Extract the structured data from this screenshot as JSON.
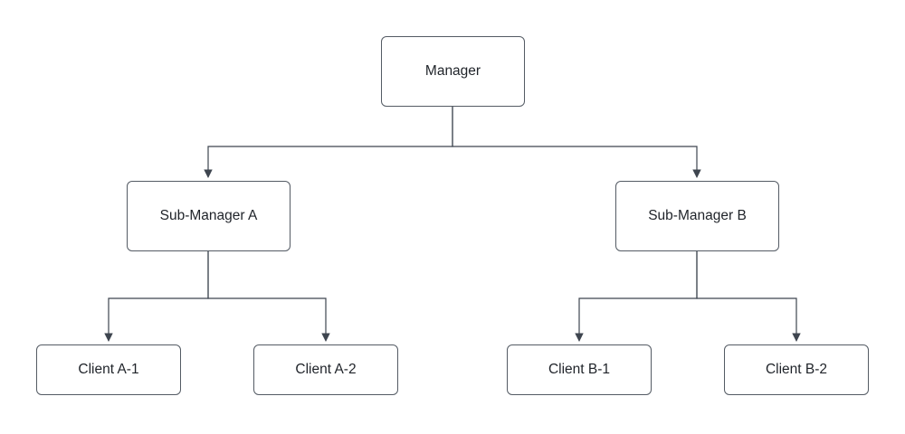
{
  "diagram": {
    "type": "org-chart",
    "title": "",
    "nodes": {
      "manager": {
        "id": "manager",
        "label": "Manager",
        "level": 1
      },
      "sub_a": {
        "id": "sub_a",
        "label": "Sub-Manager A",
        "level": 2
      },
      "sub_b": {
        "id": "sub_b",
        "label": "Sub-Manager B",
        "level": 2
      },
      "client_a1": {
        "id": "client_a1",
        "label": "Client A-1",
        "level": 3
      },
      "client_a2": {
        "id": "client_a2",
        "label": "Client A-2",
        "level": 3
      },
      "client_b1": {
        "id": "client_b1",
        "label": "Client B-1",
        "level": 3
      },
      "client_b2": {
        "id": "client_b2",
        "label": "Client B-2",
        "level": 3
      }
    },
    "edges": [
      {
        "from": "manager",
        "to": "sub_a"
      },
      {
        "from": "manager",
        "to": "sub_b"
      },
      {
        "from": "sub_a",
        "to": "client_a1"
      },
      {
        "from": "sub_a",
        "to": "client_a2"
      },
      {
        "from": "sub_b",
        "to": "client_b1"
      },
      {
        "from": "sub_b",
        "to": "client_b2"
      }
    ],
    "colors": {
      "node_fill": "#ffffff",
      "node_border": "#545b64",
      "connector": "#3e454f",
      "text": "#1f2329",
      "canvas_bg": "#ffffff"
    }
  }
}
